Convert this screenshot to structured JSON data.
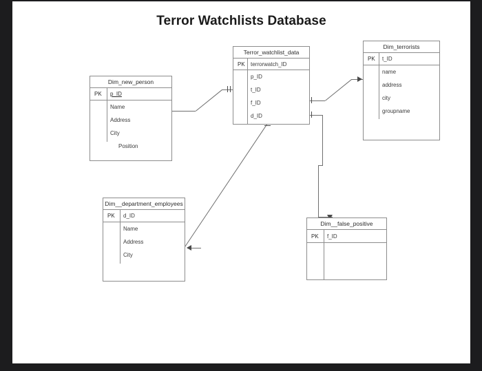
{
  "diagram": {
    "title": "Terror Watchlists Database",
    "type": "entity-relationship-diagram",
    "key_label": "PK",
    "entities": [
      {
        "id": "terror_watchlist_data",
        "name": "Terror_watchlist_data",
        "key_label": "PK",
        "primary_key": "terrorwatch_ID",
        "attributes": [
          "p_ID",
          "t_ID",
          "f_ID",
          "d_ID"
        ]
      },
      {
        "id": "dim_new_person",
        "name": "Dim_new_person",
        "key_label": "PK",
        "primary_key": "p_ID",
        "attributes": [
          "Name",
          "Address",
          "City",
          "Position"
        ]
      },
      {
        "id": "dim_terrorists",
        "name": "Dim_terrorists",
        "key_label": "PK",
        "primary_key": "t_ID",
        "attributes": [
          "name",
          "address",
          "city",
          "groupname"
        ]
      },
      {
        "id": "dim_department_employees",
        "name": "Dim__department_employees",
        "key_label": "PK",
        "primary_key": "d_ID",
        "attributes": [
          "Name",
          "Address",
          "City"
        ]
      },
      {
        "id": "dim_false_positive",
        "name": "Dim__false_positive",
        "key_label": "PK",
        "primary_key": "f_ID",
        "attributes": []
      }
    ],
    "relationships": [
      {
        "from": "dim_new_person",
        "to": "terror_watchlist_data",
        "from_cardinality": "many",
        "to_cardinality": "one"
      },
      {
        "from": "terror_watchlist_data",
        "to": "dim_terrorists",
        "from_cardinality": "one",
        "to_cardinality": "many"
      },
      {
        "from": "terror_watchlist_data",
        "to": "dim_false_positive",
        "from_cardinality": "one",
        "to_cardinality": "many"
      },
      {
        "from": "terror_watchlist_data",
        "to": "dim_department_employees",
        "from_cardinality": "one",
        "to_cardinality": "many"
      }
    ],
    "colors": {
      "page_background": "#ffffff",
      "canvas_background": "#1c1c1e",
      "entity_border": "#8c8c8c",
      "connector": "#6e6e6e",
      "text": "#2b2b2b"
    }
  }
}
